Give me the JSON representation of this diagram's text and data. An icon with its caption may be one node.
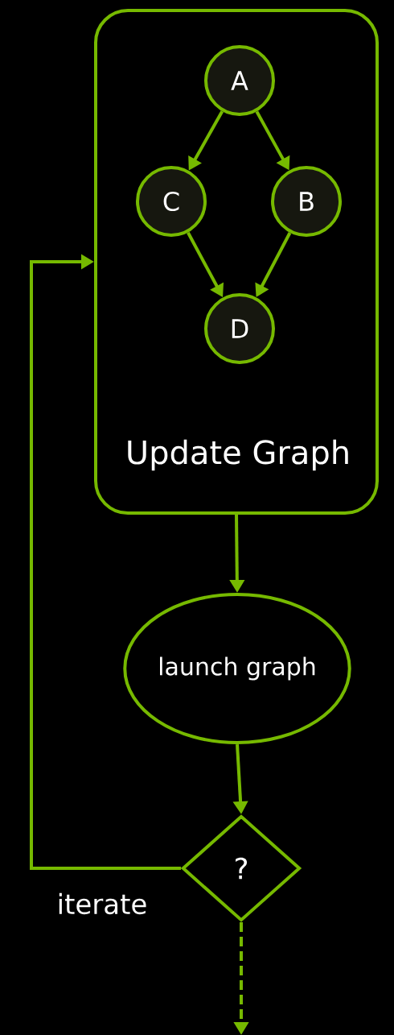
{
  "diagram": {
    "nodes": [
      {
        "text": [
          "Update Graph"
        ]
      },
      {
        "text": [
          "A"
        ],
        "in": 0
      },
      {
        "text": [
          "C"
        ],
        "in": 0
      },
      {
        "text": [
          "B"
        ],
        "in": 0
      },
      {
        "text": [
          "D"
        ],
        "in": 0
      },
      {
        "text": [
          "launch graph"
        ]
      },
      {
        "text": [
          "?"
        ]
      }
    ],
    "edges": [
      {
        "from": 1,
        "to": 2,
        "arrow": "to"
      },
      {
        "from": 1,
        "to": 3,
        "arrow": "to"
      },
      {
        "from": 2,
        "to": 4,
        "arrow": "to"
      },
      {
        "from": 3,
        "to": 4,
        "arrow": "to"
      },
      {
        "from": 0,
        "to": 5,
        "arrow": "to"
      },
      {
        "from": 5,
        "to": 6,
        "arrow": "to"
      },
      {
        "from": 6,
        "to": 0,
        "arrow": "to",
        "label": "iterate"
      },
      {
        "from": 6,
        "to": null,
        "arrow": "to",
        "style": "dashed"
      }
    ]
  }
}
